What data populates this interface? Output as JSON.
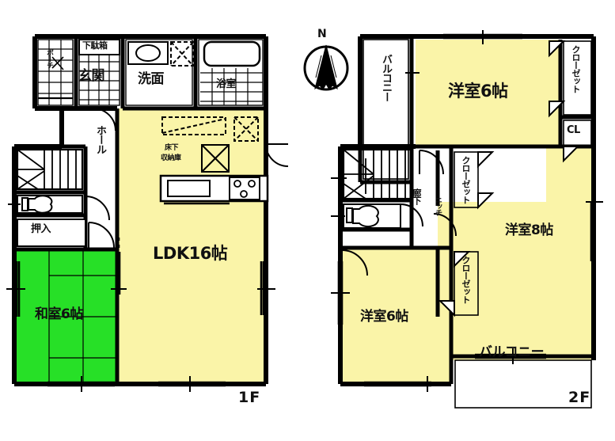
{
  "title": "Japanese residential floor plan 1F / 2F",
  "colors": {
    "wall": "#000000",
    "ldk_yellow": "#FAF4A8",
    "washitsu_green": "#27E027",
    "room_yellow": "#FAF4A8",
    "background": "#FFFFFF",
    "text": "#111111"
  },
  "floors": [
    {
      "id": "first-floor",
      "tag": "1F",
      "rooms": [
        {
          "key": "porch",
          "label": "ポーチ",
          "orientation": "vertical",
          "note": "entrance porch"
        },
        {
          "key": "getabako",
          "label": "下駄箱",
          "orientation": "horizontal",
          "note": "shoe cabinet"
        },
        {
          "key": "genkan",
          "label": "玄関",
          "orientation": "horizontal",
          "note": "entrance hall"
        },
        {
          "key": "senmen",
          "label": "洗面",
          "orientation": "horizontal",
          "note": "washroom / vanity"
        },
        {
          "key": "yokushitsu",
          "label": "浴室",
          "orientation": "horizontal",
          "note": "bathroom"
        },
        {
          "key": "hall",
          "label": "ホール",
          "orientation": "vertical",
          "note": "hall"
        },
        {
          "key": "oshiire",
          "label": "押入",
          "orientation": "horizontal",
          "note": "closet"
        },
        {
          "key": "yukashita",
          "label": "床下\n収納",
          "orientation": "horizontal",
          "note": "under-floor storage"
        },
        {
          "key": "ldk",
          "label": "LDK16帖",
          "orientation": "horizontal",
          "note": "living dining kitchen 16 tatami"
        },
        {
          "key": "washitsu",
          "label": "和室6帖",
          "orientation": "horizontal",
          "note": "Japanese room 6 tatami"
        }
      ],
      "yukashita_line1": "床下",
      "yukashita_line2": "収納庫"
    },
    {
      "id": "second-floor",
      "tag": "2F",
      "rooms": [
        {
          "key": "balcony-north",
          "label": "バルコニー",
          "orientation": "vertical",
          "note": "north balcony"
        },
        {
          "key": "bed-6-north",
          "label": "洋室6帖",
          "orientation": "horizontal",
          "note": "western room 6 tatami (north)"
        },
        {
          "key": "closet-ne",
          "label": "クローゼット",
          "orientation": "vertical",
          "note": "closet north-east"
        },
        {
          "key": "cl-small",
          "label": "CL",
          "orientation": "horizontal",
          "note": "small closet"
        },
        {
          "key": "closet-mid",
          "label": "クローゼット",
          "orientation": "vertical",
          "note": "closet middle"
        },
        {
          "key": "closet-low",
          "label": "クローゼット",
          "orientation": "vertical",
          "note": "closet lower"
        },
        {
          "key": "rouka",
          "label": "廊下",
          "orientation": "vertical",
          "note": "corridor"
        },
        {
          "key": "niche",
          "label": "ニッチ",
          "orientation": "vertical",
          "note": "niche"
        },
        {
          "key": "bed-8",
          "label": "洋室8帖",
          "orientation": "horizontal",
          "note": "western room 8 tatami"
        },
        {
          "key": "bed-6-south",
          "label": "洋室6帖",
          "orientation": "horizontal",
          "note": "western room 6 tatami (south)"
        },
        {
          "key": "balcony-south",
          "label": "バルコニー",
          "orientation": "horizontal",
          "note": "south balcony"
        }
      ]
    }
  ],
  "compass": {
    "label": "N",
    "name": "north-arrow"
  }
}
